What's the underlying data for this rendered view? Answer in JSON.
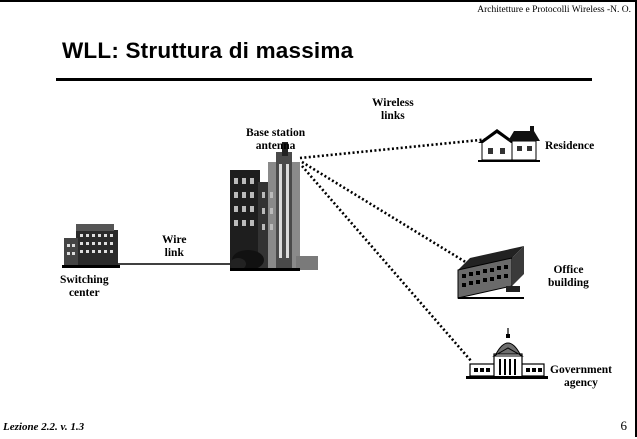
{
  "header": {
    "course": "Architetture e Protocolli Wireless -N. O."
  },
  "title": "WLL: Struttura di massima",
  "labels": {
    "wireless_links": [
      "Wireless",
      "links"
    ],
    "base_station": [
      "Base station",
      "antenna"
    ],
    "residence": "Residence",
    "wire_link": [
      "Wire",
      "link"
    ],
    "switching_center": [
      "Switching",
      "center"
    ],
    "office_building": [
      "Office",
      "building"
    ],
    "government_agency": [
      "Government",
      "agency"
    ]
  },
  "footer": {
    "lesson": "Lezione 2.2. v. 1.3",
    "page": "6"
  },
  "icons": [
    "switching-center-building-icon",
    "base-station-tower-icon",
    "house-icon",
    "office-building-icon",
    "government-building-icon"
  ],
  "colors": {
    "background": "#ffffff",
    "ink": "#000000",
    "shade": "#6e6e6e",
    "light_shade": "#bdbdbd"
  }
}
